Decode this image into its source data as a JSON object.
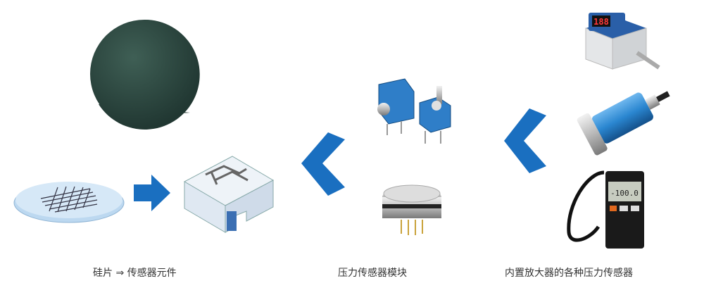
{
  "captions": {
    "wafer_to_element": "硅片 ⇒ 传感器元件",
    "module": "压力传感器模块",
    "amplified": "内置放大器的各种压力传感器"
  },
  "devices": {
    "digital_switch_display": "188",
    "handheld_display": "-100.0"
  },
  "colors": {
    "arrow_blue": "#1a6fc0",
    "wafer_green": "#2f4a40",
    "housing_blue": "#2a86d0"
  }
}
